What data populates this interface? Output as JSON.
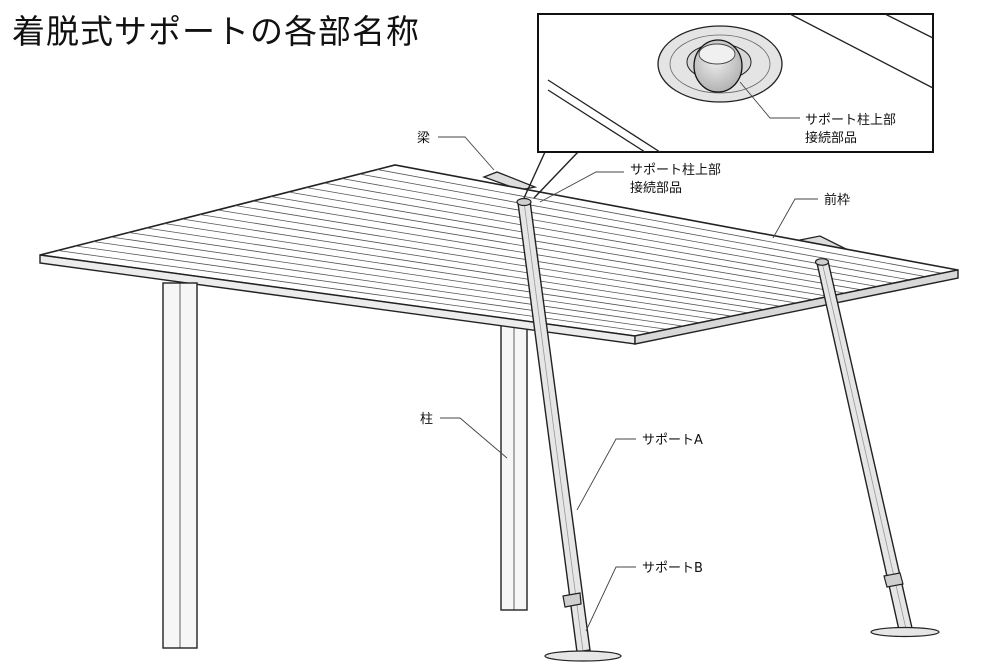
{
  "title": "着脱式サポートの各部名称",
  "labels": {
    "beam": "梁",
    "front_frame": "前枠",
    "column": "柱",
    "support_a": "サポートA",
    "support_b": "サポートB",
    "connector_line1": "サポート柱上部",
    "connector_line2": "接続部品"
  },
  "inset": {
    "label_line1": "サポート柱上部",
    "label_line2": "接続部品"
  }
}
